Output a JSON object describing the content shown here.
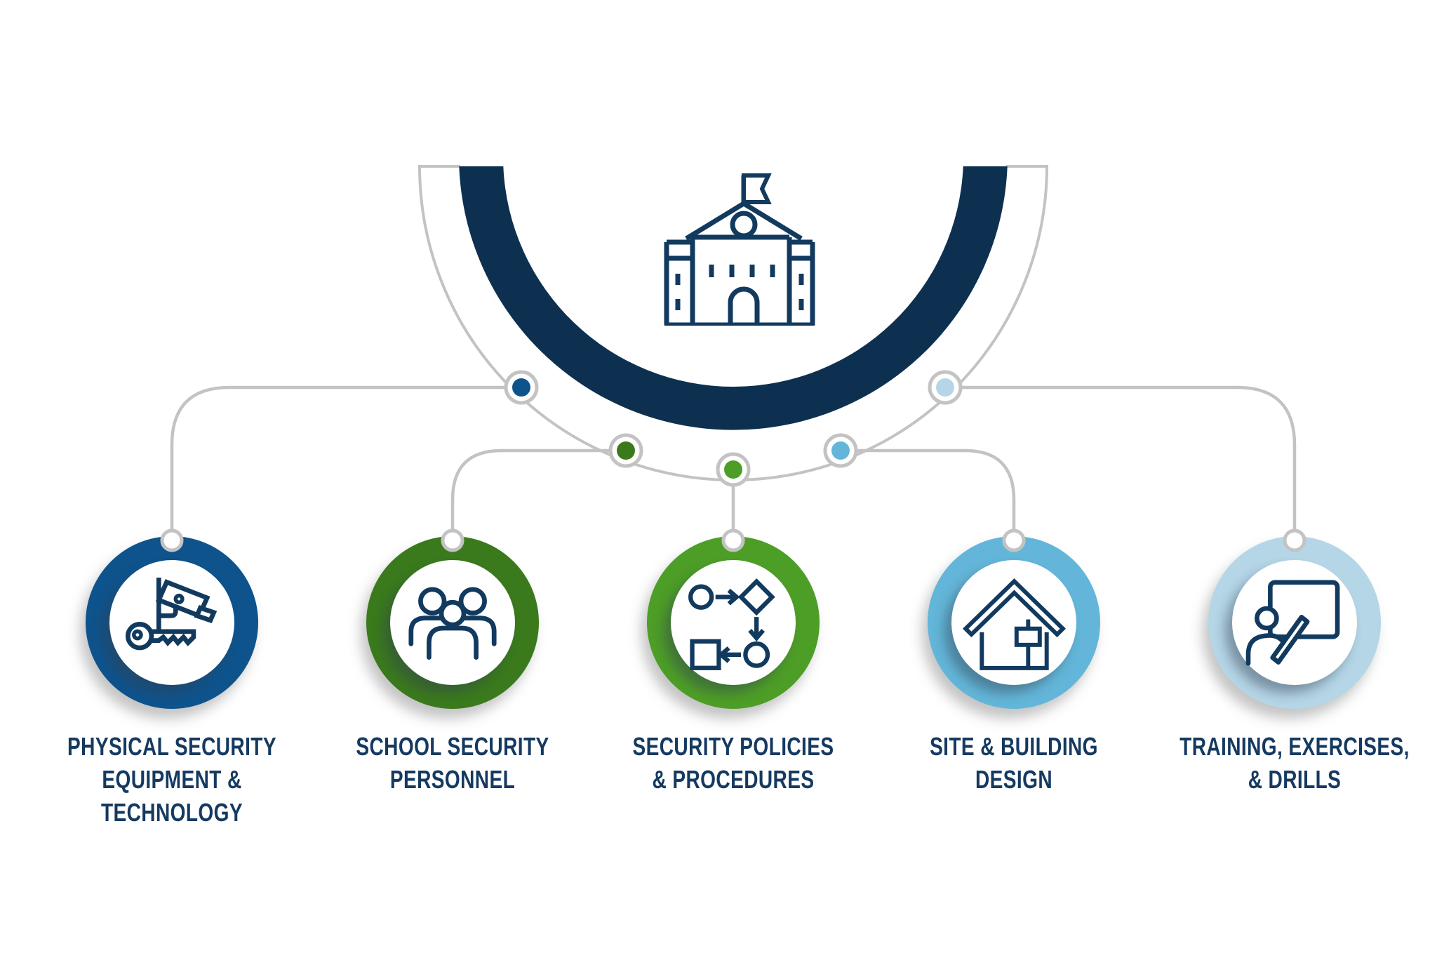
{
  "colors": {
    "navy": "#0D3050",
    "icon_stroke": "#123A5F",
    "label_text": "#153A61",
    "connector_gray": "#C3C3C3",
    "background": "#FFFFFF"
  },
  "hub": {
    "icon": "school-building-icon"
  },
  "items": [
    {
      "id": "physical-security-equipment-technology",
      "icon": "security-camera-key-icon",
      "color": "#0E538C",
      "label": "PHYSICAL SECURITY EQUIPMENT & TECHNOLOGY",
      "label_lines": [
        "PHYSICAL SECURITY",
        "EQUIPMENT &",
        "TECHNOLOGY"
      ]
    },
    {
      "id": "school-security-personnel",
      "icon": "people-group-icon",
      "color": "#3A7A1C",
      "label": "SCHOOL SECURITY PERSONNEL",
      "label_lines": [
        "SCHOOL SECURITY",
        "PERSONNEL"
      ]
    },
    {
      "id": "security-policies-procedures",
      "icon": "flowchart-icon",
      "color": "#4D9E27",
      "label": "SECURITY POLICIES & PROCEDURES",
      "label_lines": [
        "SECURITY POLICIES",
        "& PROCEDURES"
      ]
    },
    {
      "id": "site-building-design",
      "icon": "house-icon",
      "color": "#63B6D9",
      "label": "SITE & BUILDING DESIGN",
      "label_lines": [
        "SITE & BUILDING",
        "DESIGN"
      ]
    },
    {
      "id": "training-exercises-drills",
      "icon": "presenter-board-icon",
      "color": "#B5D6E7",
      "label": "TRAINING, EXERCISES, & DRILLS",
      "label_lines": [
        "TRAINING, EXERCISES,",
        "& DRILLS"
      ]
    }
  ]
}
